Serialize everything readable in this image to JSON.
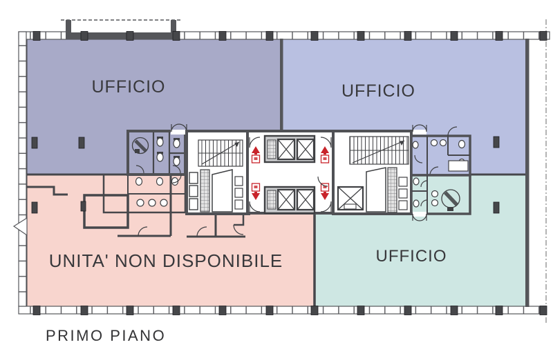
{
  "plan": {
    "title": "PRIMO PIANO",
    "zones": [
      {
        "name": "office-top-left",
        "label": "UFFICIO",
        "color": "#a8aac8"
      },
      {
        "name": "office-top-right",
        "label": "UFFICIO",
        "color": "#b9c0e1"
      },
      {
        "name": "unit-not-available",
        "label": "UNITA' NON DISPONIBILE",
        "color": "#f8d5ce"
      },
      {
        "name": "office-bottom-right",
        "label": "UFFICIO",
        "color": "#cee7e3"
      }
    ],
    "colors": {
      "wall": "#55565a",
      "partition": "#46474b",
      "indicator_red": "#c8242b",
      "floor": "#ffffff"
    },
    "icons": {
      "elevator_up": "elevator-up-indicator",
      "elevator_down": "elevator-down-indicator",
      "elevator_car": "elevator-car-x",
      "stairs": "stairs-treads",
      "accessible_wc": "accessible-wc-icon",
      "toilet": "toilet-icon",
      "sink": "sink-icon"
    }
  }
}
